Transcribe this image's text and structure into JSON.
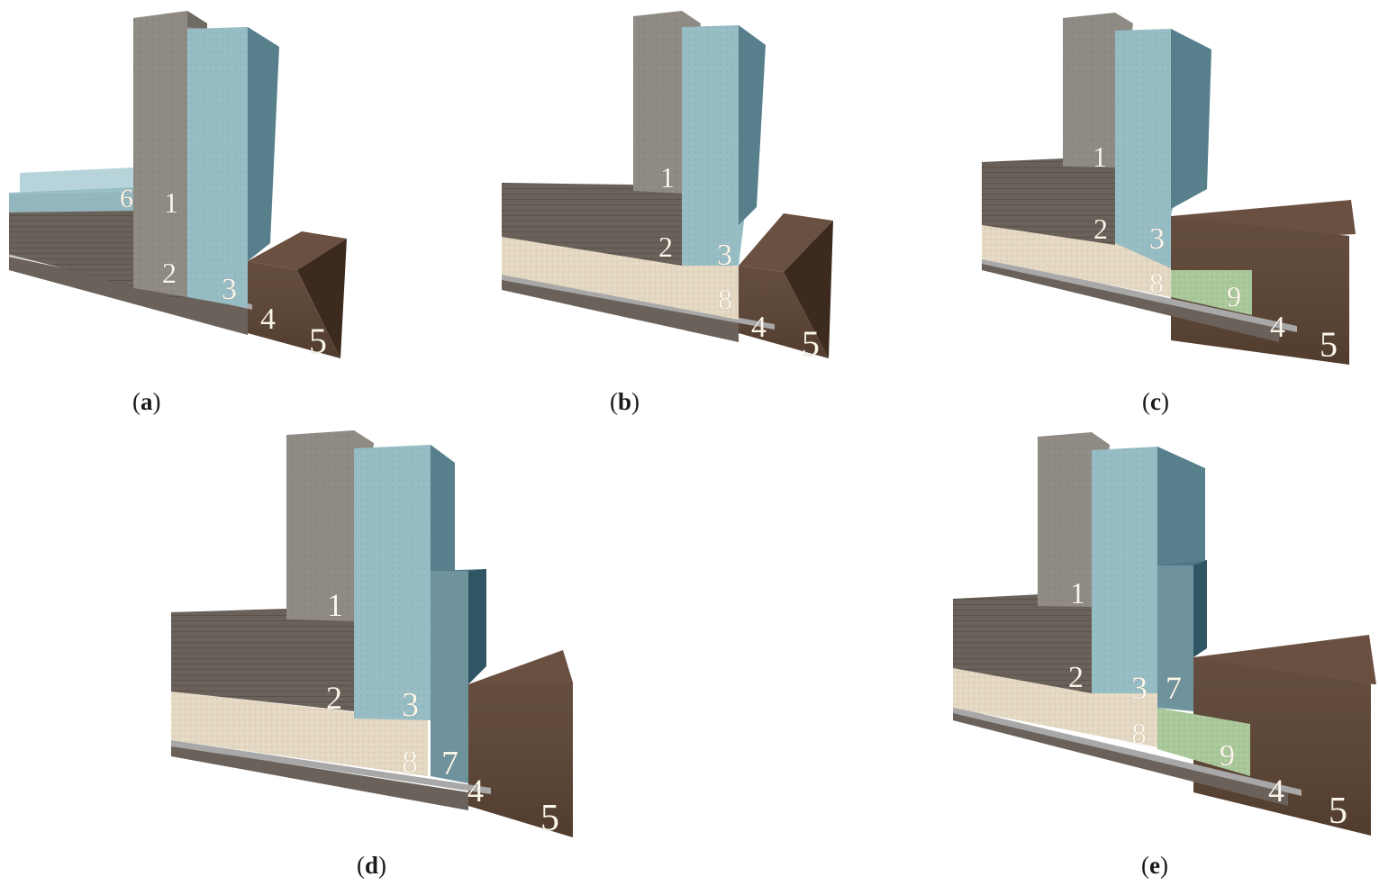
{
  "colors": {
    "concrete_front": "#8f8a84",
    "concrete_side": "#6f6a64",
    "insulation_front": "#96bcc4",
    "insulation_side": "#58808c",
    "insulation_top": "#b6d4da",
    "slab_front": "#6a625a",
    "slab_top": "#847b72",
    "sand": "#e4d8c2",
    "sand_top": "#efe6d4",
    "gravel_green": "#a8c89a",
    "membrane": "#a8a8a8",
    "soil_front": "#5a4232",
    "soil_side": "#3c2a1e",
    "soil_top": "#6a5040",
    "plinth_front": "#6e939c",
    "plinth_side": "#2f5664",
    "plinth_top": "#4f7684"
  },
  "panels": [
    {
      "id": "a",
      "caption": {
        "open": "(",
        "letter": "a",
        "close": ")"
      },
      "labels": [
        "6",
        "1",
        "2",
        "3",
        "4",
        "5"
      ]
    },
    {
      "id": "b",
      "caption": {
        "open": "(",
        "letter": "b",
        "close": ")"
      },
      "labels": [
        "1",
        "2",
        "3",
        "8",
        "4",
        "5"
      ]
    },
    {
      "id": "c",
      "caption": {
        "open": "(",
        "letter": "c",
        "close": ")"
      },
      "labels": [
        "1",
        "2",
        "3",
        "8",
        "9",
        "4",
        "5"
      ]
    },
    {
      "id": "d",
      "caption": {
        "open": "(",
        "letter": "d",
        "close": ")"
      },
      "labels": [
        "1",
        "2",
        "3",
        "8",
        "7",
        "4",
        "5"
      ]
    },
    {
      "id": "e",
      "caption": {
        "open": "(",
        "letter": "e",
        "close": ")"
      },
      "labels": [
        "1",
        "2",
        "3",
        "7",
        "8",
        "9",
        "4",
        "5"
      ]
    }
  ]
}
